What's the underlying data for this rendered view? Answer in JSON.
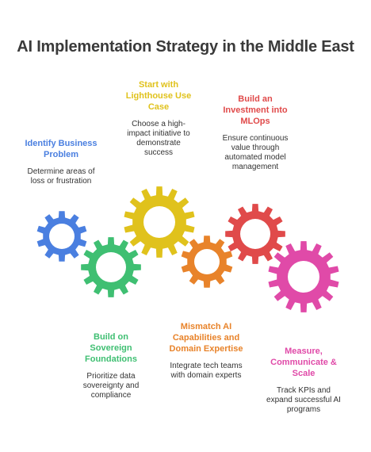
{
  "title": "AI Implementation Strategy in the Middle East",
  "steps": [
    {
      "title": "Identify Business Problem",
      "description": "Determine areas of loss or frustration",
      "color": "#4a7fe0"
    },
    {
      "title": "Build on Sovereign Foundations",
      "description": "Prioritize data sovereignty and compliance",
      "color": "#3fbf72"
    },
    {
      "title": "Start with Lighthouse Use Case",
      "description": "Choose a high-impact initiative to demonstrate success",
      "color": "#e0c21c"
    },
    {
      "title": "Mismatch AI Capabilities and Domain Expertise",
      "description": "Integrate tech teams with domain experts",
      "color": "#e8832a"
    },
    {
      "title": "Build an Investment into MLOps",
      "description": "Ensure continuous value through automated model management",
      "color": "#e04a4a"
    },
    {
      "title": "Measure, Communicate & Scale",
      "description": "Track KPIs and expand successful AI programs",
      "color": "#e04aa8"
    }
  ]
}
